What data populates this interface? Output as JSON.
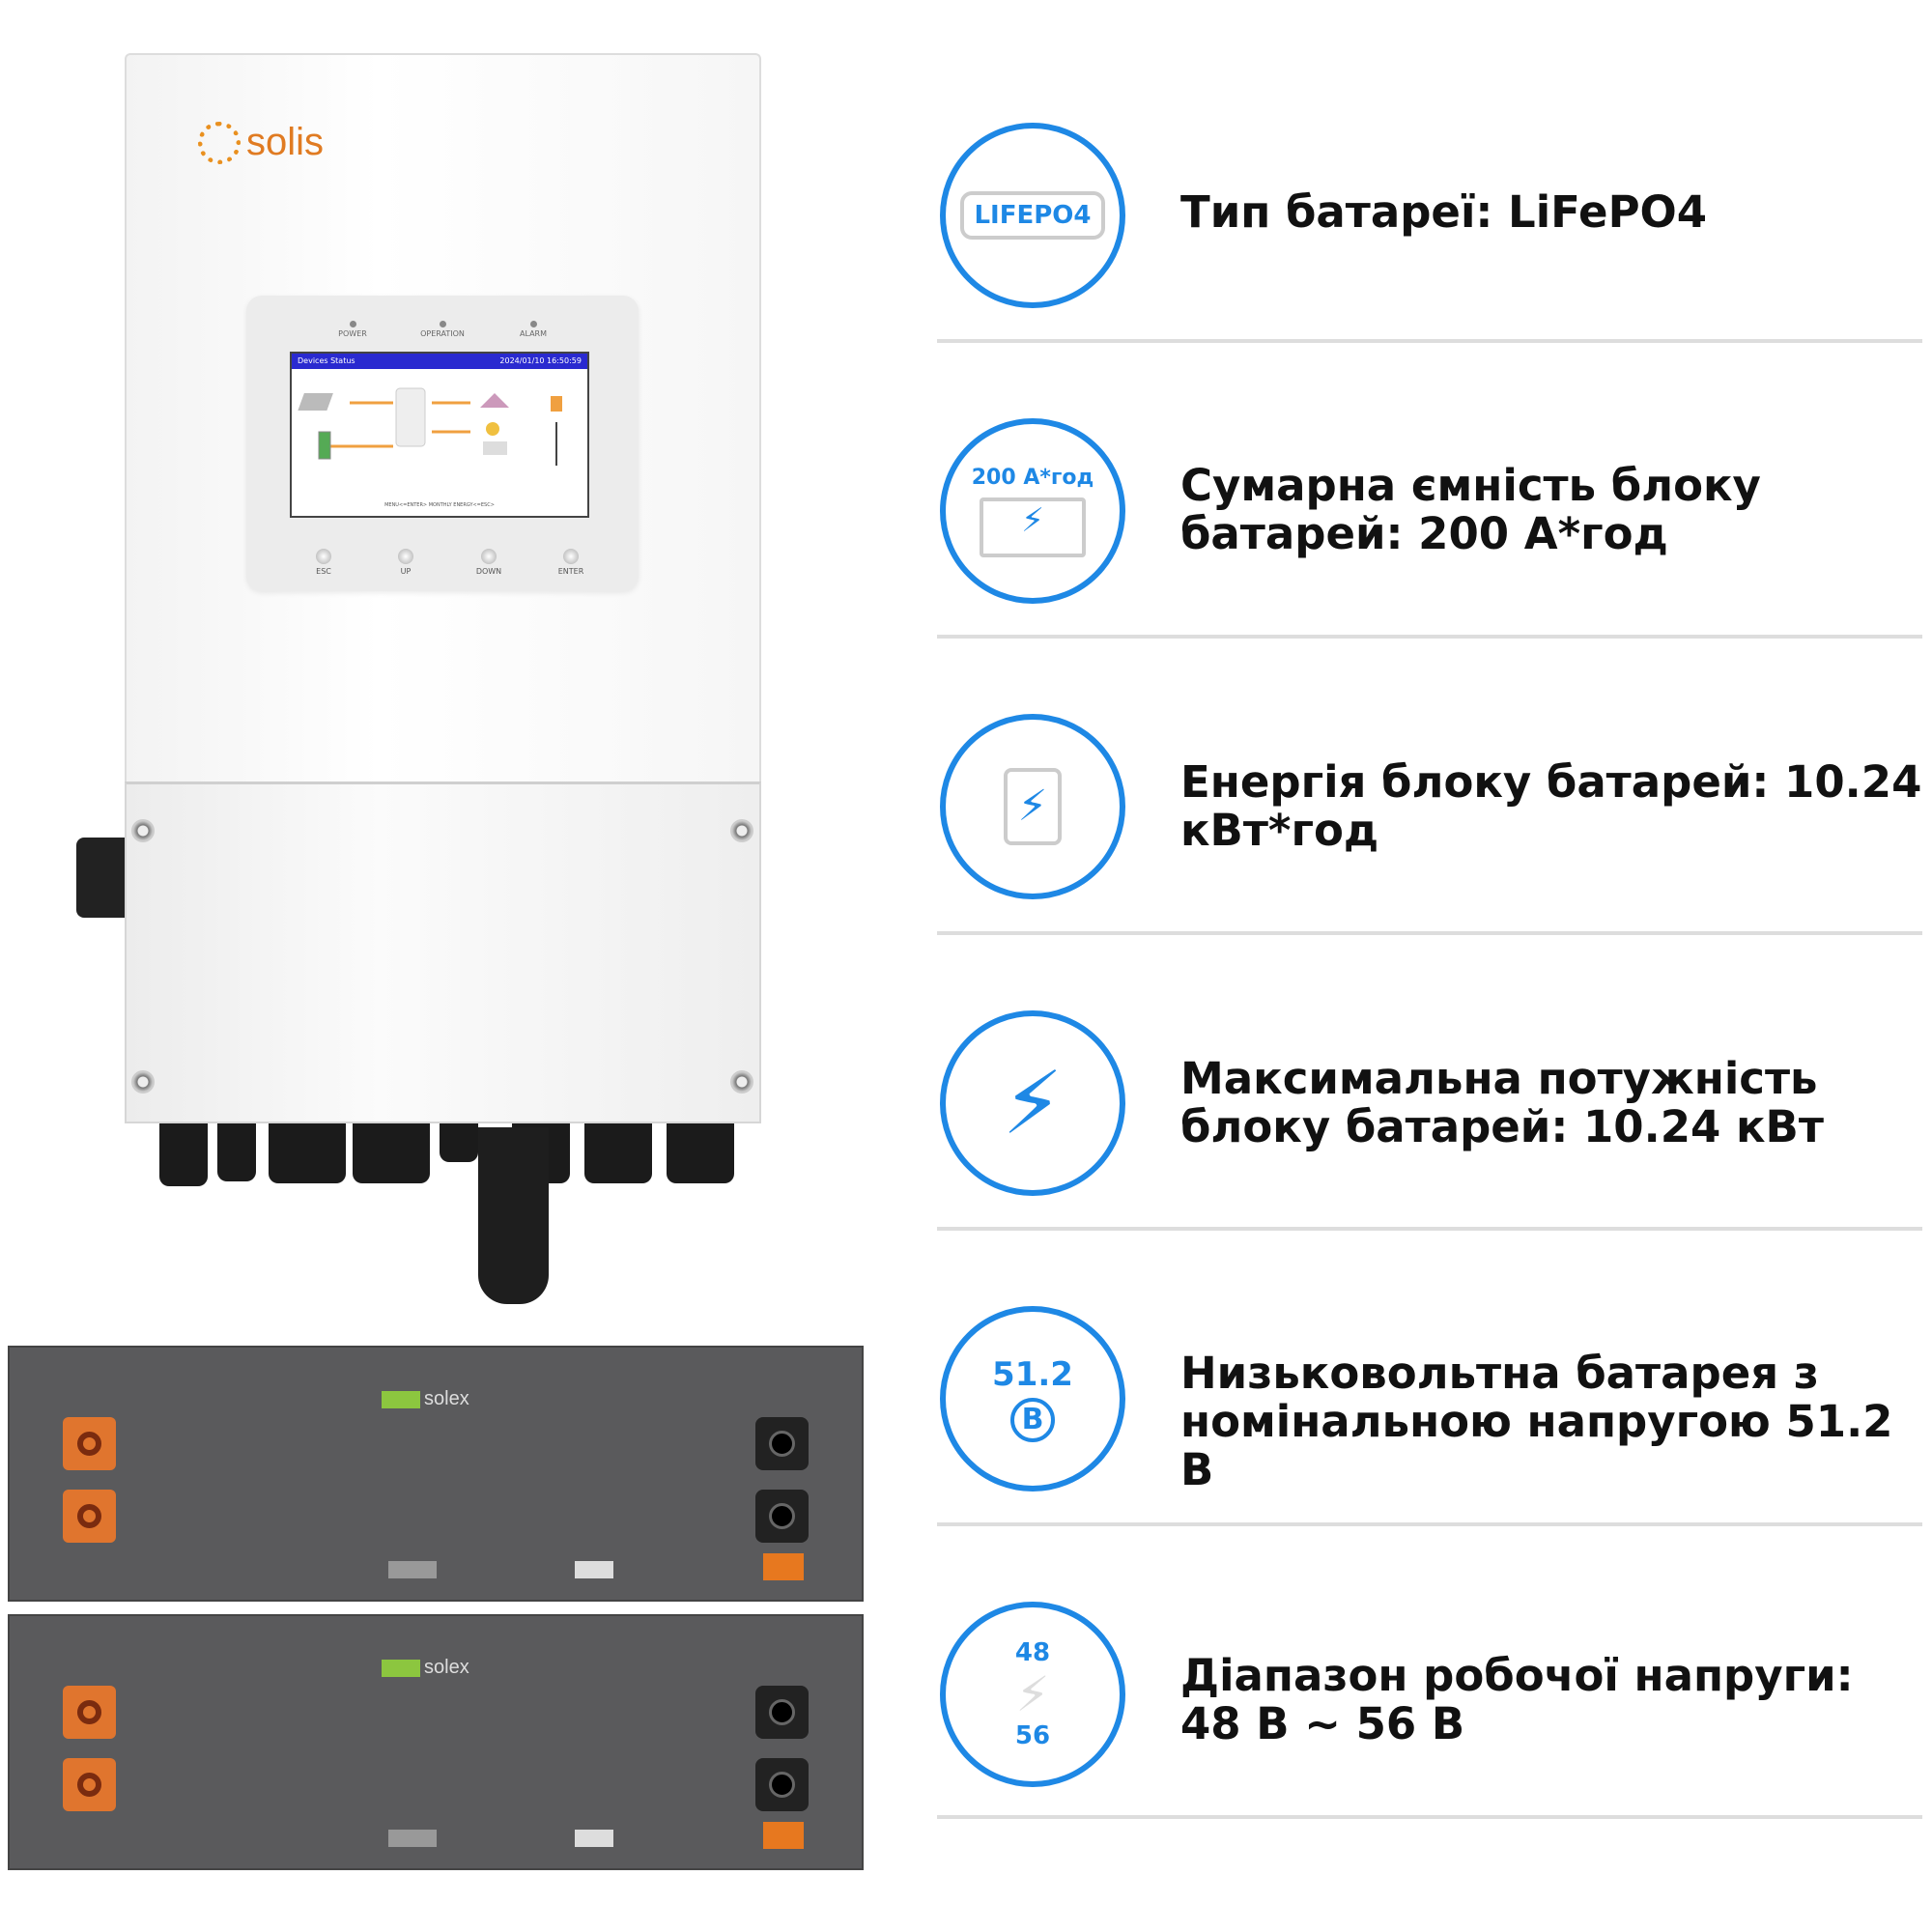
{
  "inverter": {
    "brand": "solis",
    "leds": [
      "POWER",
      "OPERATION",
      "ALARM"
    ],
    "screen_title": "Devices Status",
    "screen_datetime": "2024/01/10 16:50:59",
    "screen_footer": "MENU<=ENTER> MONTHLY ENERGY<=ESC>",
    "buttons": [
      "ESC",
      "UP",
      "DOWN",
      "ENTER"
    ]
  },
  "battery": {
    "brand": "solex"
  },
  "features": [
    {
      "icon": "lifepo4-battery-icon",
      "badge": "LIFEPO4",
      "text": "Тип батареї: LiFePO4"
    },
    {
      "icon": "car-battery-icon",
      "badge": "200 А*год",
      "text": "Сумарна ємність блоку батарей: 200 А*год"
    },
    {
      "icon": "battery-strength-icon",
      "text": "Енергія блоку батарей: 10.24 кВт*год"
    },
    {
      "icon": "lightning-icon",
      "text": "Максимальна потужність блоку батарей: 10.24 кВт"
    },
    {
      "icon": "voltage-battery-icon",
      "badge": "51.2",
      "badge2": "В",
      "text": "Низьковольтна батарея з номінальною напругою 51.2 В"
    },
    {
      "icon": "voltage-range-icon",
      "badge": "48",
      "badge2": "56",
      "text": "Діапазон робочої напруги: 48 В ~ 56  В"
    }
  ],
  "colors": {
    "accent": "#1e88e5",
    "battery_terminal": "#e0752e",
    "battery_body": "#5a5a5c"
  }
}
